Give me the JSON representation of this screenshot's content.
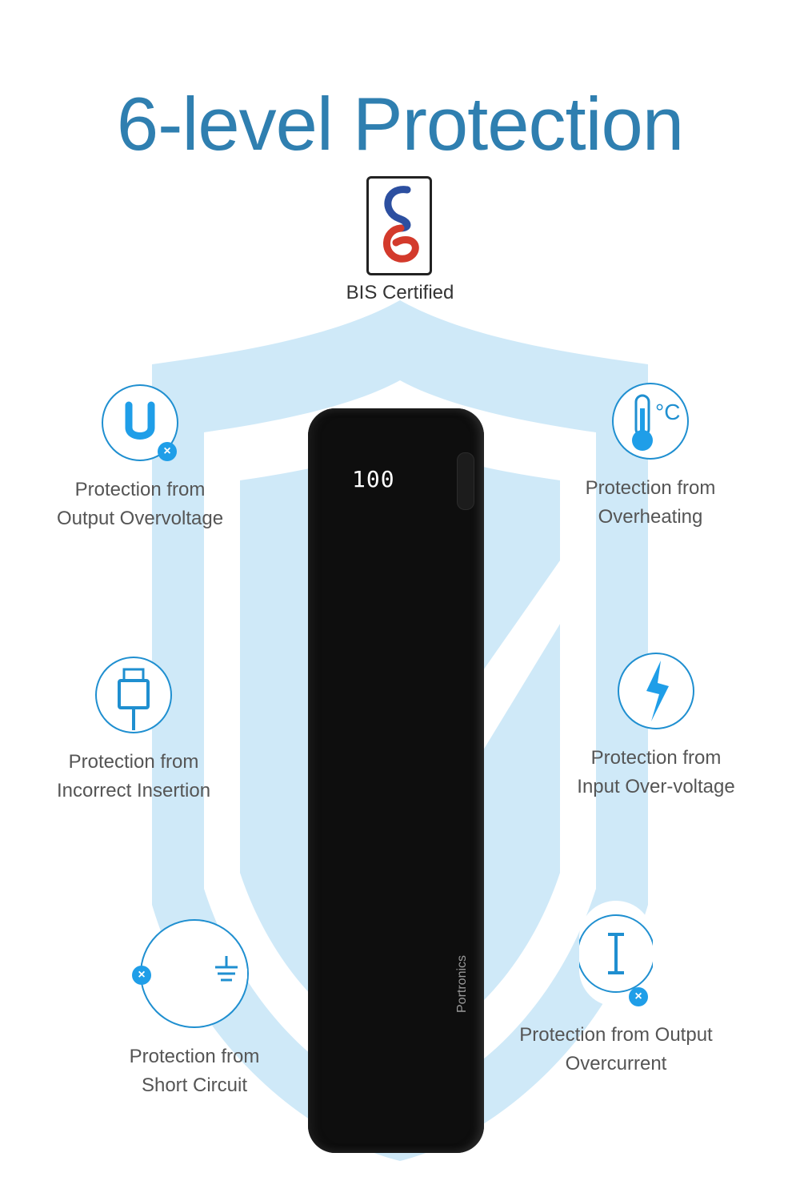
{
  "header": {
    "title": "6-level Protection"
  },
  "certification": {
    "label": "BIS Certified"
  },
  "features": [
    {
      "line1": "Protection from",
      "line2": "Output Overvoltage",
      "icon": "voltage-u-icon"
    },
    {
      "line1": "Protection from",
      "line2": "Overheating",
      "icon": "thermometer-celsius-icon",
      "unit": "°C"
    },
    {
      "line1": "Protection from",
      "line2": "Incorrect Insertion",
      "icon": "usb-plug-icon"
    },
    {
      "line1": "Protection from",
      "line2": "Input Over-voltage",
      "icon": "lightning-bolt-icon"
    },
    {
      "line1": "Protection from",
      "line2": "Short Circuit",
      "icon": "ground-x-icon"
    },
    {
      "line1": "Protection from Output",
      "line2": "Overcurrent",
      "icon": "current-i-icon"
    }
  ],
  "device": {
    "display_value": "100",
    "brand": "Portronics"
  },
  "colors": {
    "title": "#2f7fb0",
    "accent": "#1f9ee8",
    "shield": "#cfe9f8",
    "device": "#0e0e0e"
  }
}
